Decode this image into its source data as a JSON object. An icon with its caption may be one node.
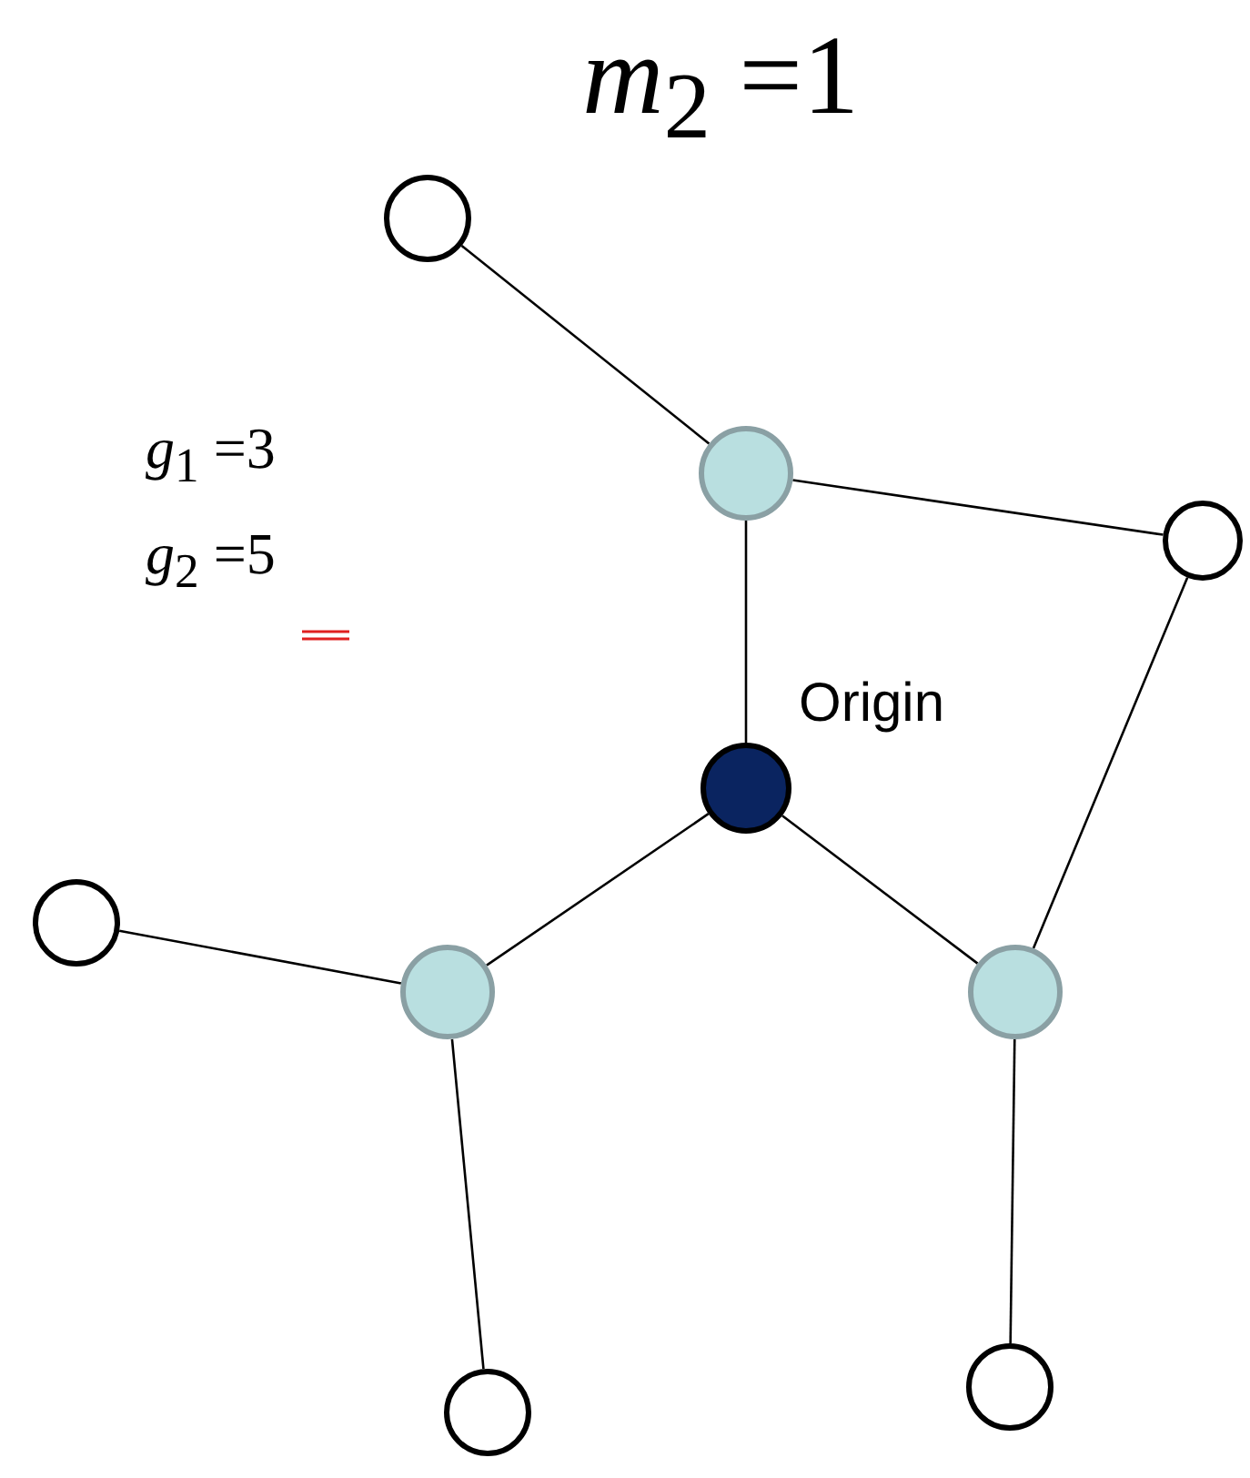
{
  "diagram": {
    "title": "*m*$_{2}$ =1",
    "nodes": [
      {
        "text": [],
        "shape": "circle"
      },
      {
        "text": [],
        "shape": "circle"
      },
      {
        "text": [],
        "shape": "circle"
      },
      {
        "text": [],
        "shape": "circle",
        "beside": [
          "Origin"
        ]
      },
      {
        "text": [],
        "shape": "circle"
      },
      {
        "text": [],
        "shape": "circle"
      },
      {
        "text": [],
        "shape": "circle"
      },
      {
        "text": [],
        "shape": "circle"
      },
      {
        "text": [],
        "shape": "circle"
      }
    ],
    "edges": [
      {
        "from": 0,
        "to": 1,
        "arrow": "none"
      },
      {
        "from": 1,
        "to": 2,
        "arrow": "none"
      },
      {
        "from": 1,
        "to": 3,
        "arrow": "none"
      },
      {
        "from": 2,
        "to": 6,
        "arrow": "none"
      },
      {
        "from": 3,
        "to": 5,
        "arrow": "none"
      },
      {
        "from": 3,
        "to": 6,
        "arrow": "none"
      },
      {
        "from": 4,
        "to": 5,
        "arrow": "none"
      },
      {
        "from": 5,
        "to": 8,
        "arrow": "none"
      },
      {
        "from": 6,
        "to": 7,
        "arrow": "none"
      }
    ],
    "labels": [
      "*g*$_{1}$ =3",
      "*g*$_{2}$ =5"
    ]
  }
}
